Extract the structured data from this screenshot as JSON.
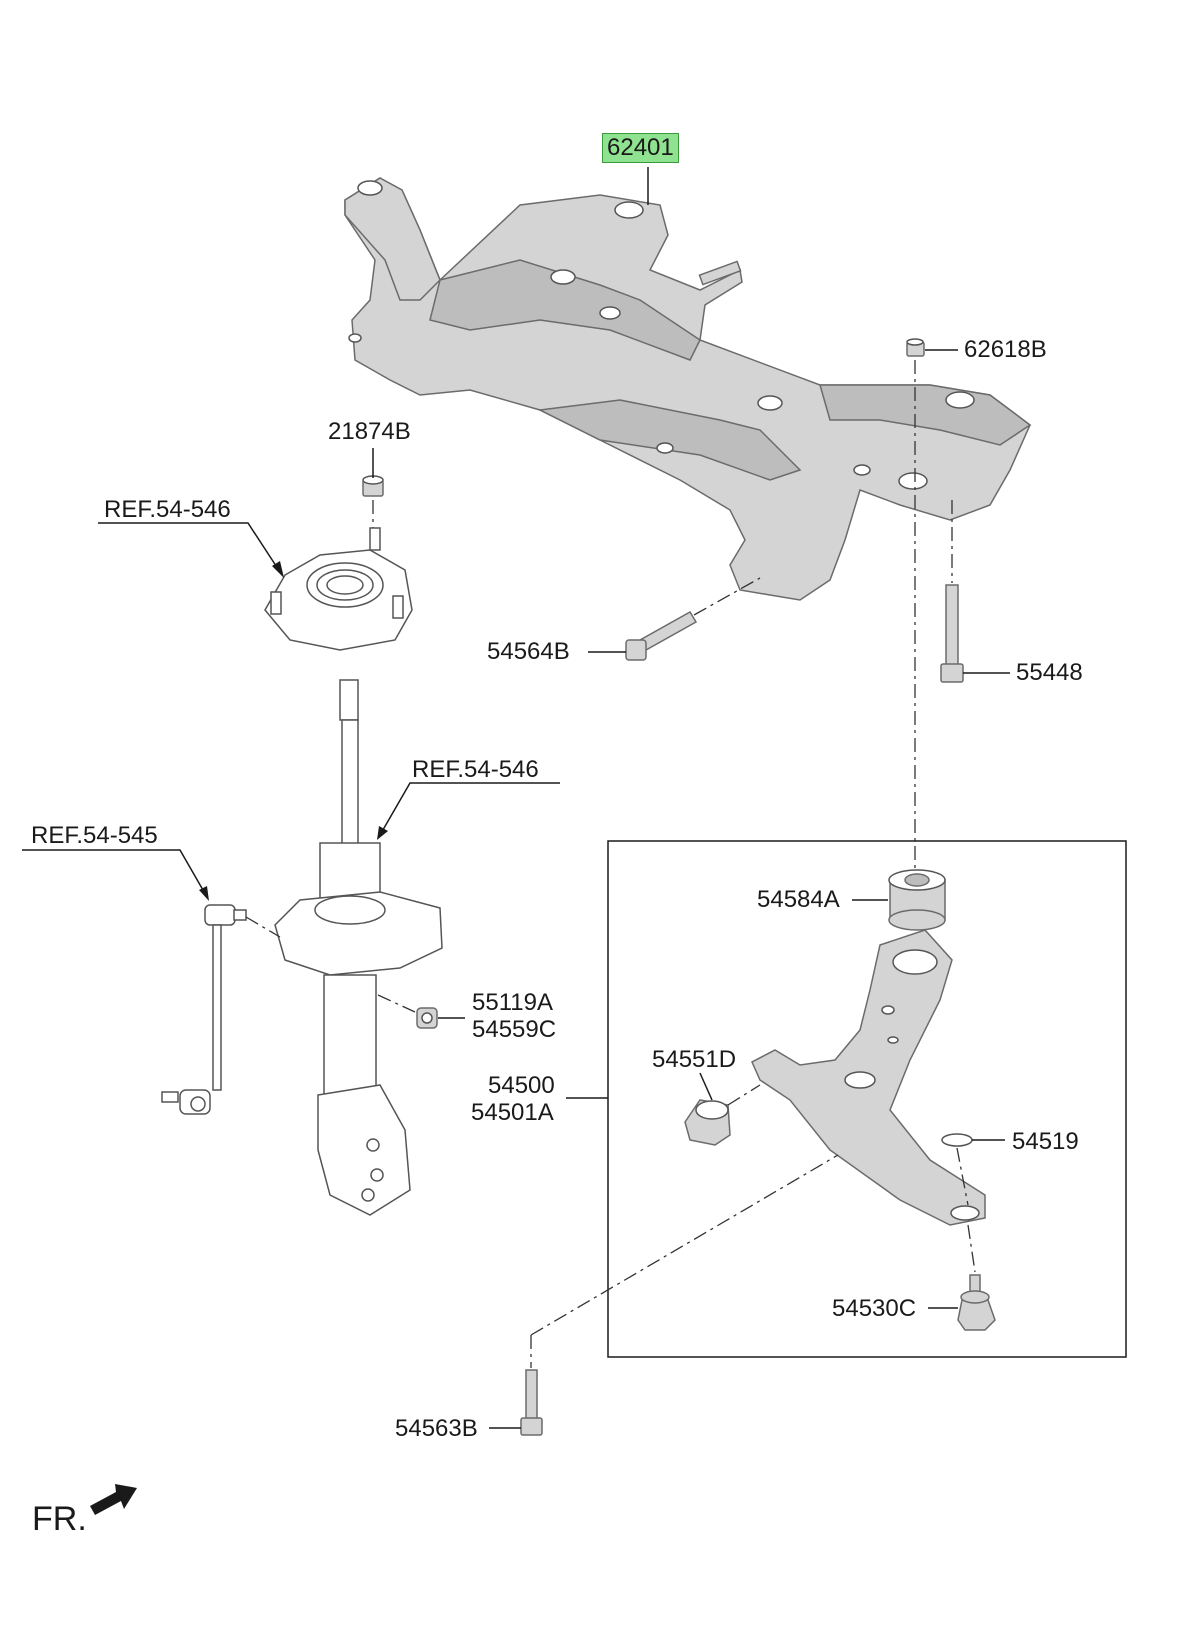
{
  "labels": {
    "p62401": "62401",
    "p62618B": "62618B",
    "p21874B": "21874B",
    "ref_54_546_top": "REF.54-546",
    "p54564B": "54564B",
    "p55448": "55448",
    "ref_54_546_mid": "REF.54-546",
    "ref_54_545": "REF.54-545",
    "p54584A": "54584A",
    "p55119A": "55119A",
    "p54559C": "54559C",
    "p54551D": "54551D",
    "p54500": "54500",
    "p54501A": "54501A",
    "p54519": "54519",
    "p54530C": "54530C",
    "p54563B": "54563B",
    "fr": "FR."
  },
  "colors": {
    "highlight": "#8fe28f",
    "part_fill": "#d4d4d4",
    "line": "#1a1a1a"
  }
}
